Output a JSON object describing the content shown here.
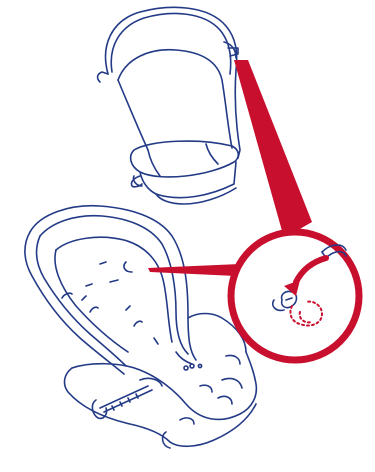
{
  "diagram": {
    "colors": {
      "line": "#233a86",
      "accent": "#c8102e",
      "background": "#ffffff"
    },
    "parts": [
      "booster-seat",
      "infant-car-seat",
      "detail-magnifier",
      "callout-pointer",
      "strap-loop-detail",
      "direction-arrow",
      "dotted-hidden-loop"
    ]
  }
}
